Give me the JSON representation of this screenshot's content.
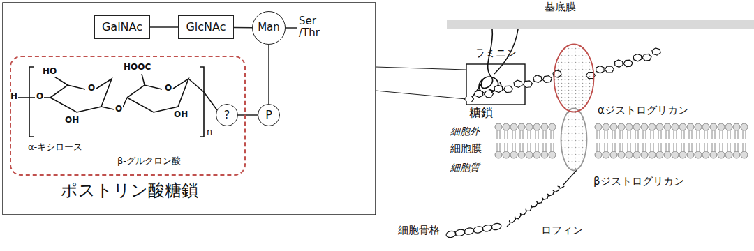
{
  "diagram": {
    "nodes": [
      {
        "text": [
          "GalNAc"
        ]
      },
      {
        "text": [
          "GlcNAc"
        ]
      },
      {
        "text": [
          "Man"
        ]
      },
      {
        "text": [
          "ポストリン酸糖鎖"
        ]
      },
      {
        "text": [
          "?"
        ],
        "in": 3
      },
      {
        "text": [
          "P"
        ]
      },
      {
        "text": [
          "αジストログリカン"
        ]
      },
      {
        "text": [
          "βジストログリカン"
        ]
      },
      {
        "text": [
          "基底膜"
        ]
      }
    ],
    "edges": [
      {
        "from": 0,
        "to": 1,
        "arrow": "none"
      },
      {
        "from": 1,
        "to": 2,
        "arrow": "none"
      },
      {
        "from": 2,
        "to": 5,
        "arrow": "none"
      },
      {
        "from": 4,
        "to": 5,
        "arrow": "none"
      }
    ],
    "labels": [
      "Ser /Thr",
      "H",
      "O",
      "HO",
      "O",
      "OH",
      "O",
      "HOOC",
      "O",
      "OH",
      "α-キシロース",
      "β-グルクロン酸",
      "n",
      "ラミニン",
      "糖鎖",
      "細胞外",
      "細胞膜",
      "細胞質",
      "細胞骨格",
      "ロフィン"
    ]
  }
}
